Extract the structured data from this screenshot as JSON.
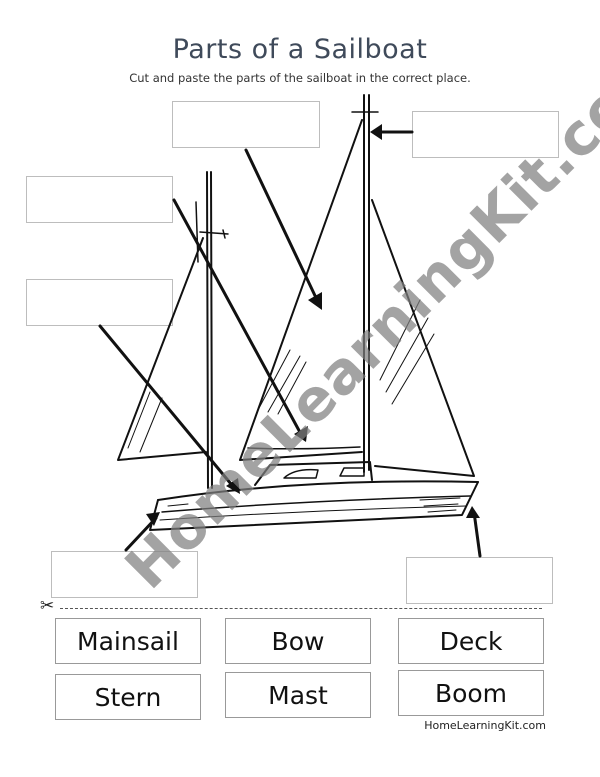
{
  "worksheet": {
    "title": "Parts of a Sailboat",
    "instructions": "Cut and paste the parts of the sailboat in the correct place.",
    "answer_boxes": [
      "",
      "",
      "",
      "",
      "",
      ""
    ],
    "scissors_icon": "scissors-icon",
    "word_cards": [
      "Mainsail",
      "Bow",
      "Deck",
      "Stern",
      "Mast",
      "Boom"
    ],
    "watermark": "HomeLearningKit.com",
    "footer": "HomeLearningKit.com"
  }
}
